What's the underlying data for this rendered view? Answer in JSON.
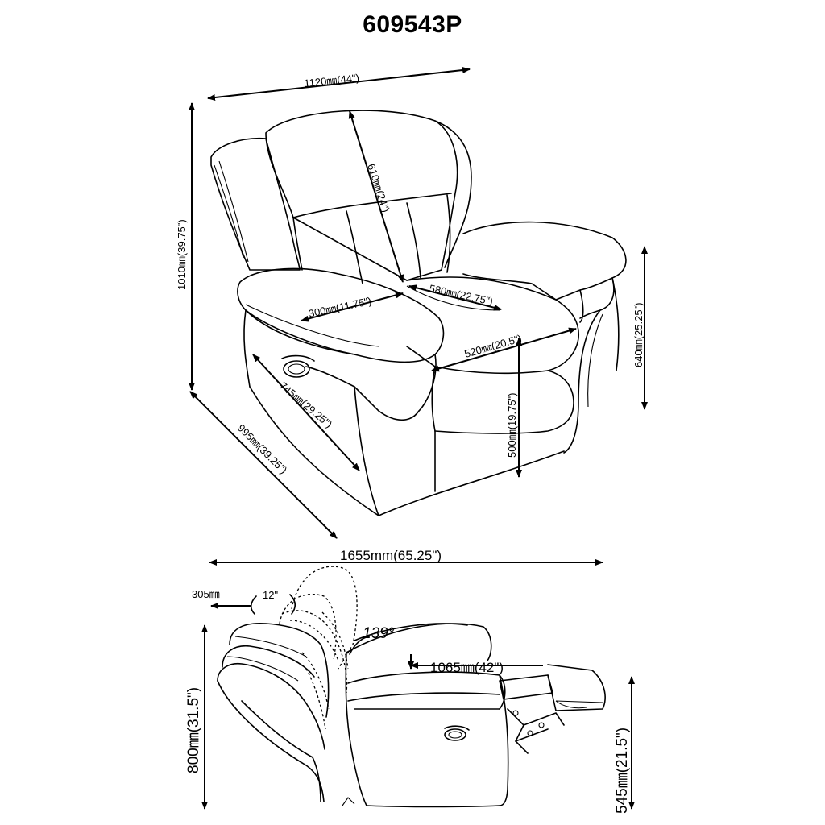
{
  "model": "609543P",
  "dimensions": {
    "width": "1120㎜(44\")",
    "height": "1010㎜(39.75\")",
    "back_height": "610㎜(24\")",
    "arm_width": "300㎜(11.75\")",
    "seat_width": "580㎜(22.75\")",
    "seat_depth": "520㎜(20.5\")",
    "arm_height": "640㎜(25.25\")",
    "seat_height": "500㎜(19.75\")",
    "side_depth": "745㎜(29.25\")",
    "depth": "995㎜(39.25\")",
    "reclined_length": "1655mm(65.25\")",
    "wall_clearance_mm": "305㎜",
    "wall_clearance_in": "12\"",
    "recline_angle": "139°",
    "footrest_length": "1065㎜(42\")",
    "reclined_height": "800㎜(31.5\")",
    "footrest_height": "545㎜(21.5\")"
  }
}
